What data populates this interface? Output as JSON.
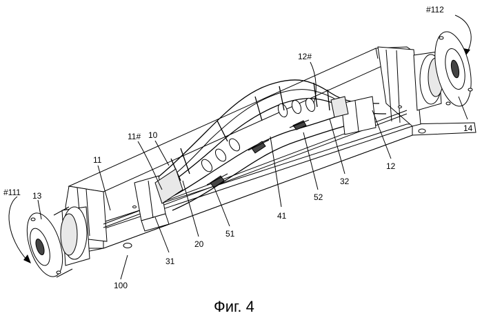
{
  "labels": {
    "l112": "#112",
    "l12h": "12#",
    "l11h": "11#",
    "l10": "10",
    "l11": "11",
    "l111": "#111",
    "l13": "13",
    "l14": "14",
    "l12": "12",
    "l32": "32",
    "l52": "52",
    "l41": "41",
    "l51": "51",
    "l20": "20",
    "l31": "31",
    "l100": "100"
  },
  "caption": "Фиг. 4"
}
